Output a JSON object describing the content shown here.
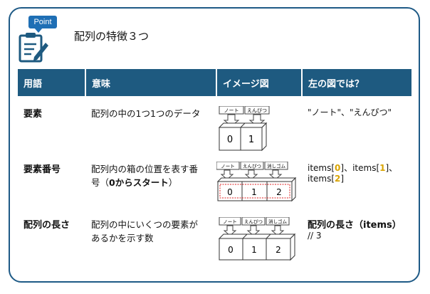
{
  "badge": "Point",
  "heading": "配列の特徴３つ",
  "columns": [
    "用語",
    "意味",
    "イメージ図",
    "左の図では？"
  ],
  "rows": [
    {
      "term": "要素",
      "meaning": "配列の中の1つ1つのデータ",
      "example": "\"ノート\"、\"えんぴつ\"",
      "figure": {
        "labels": [
          "ノート",
          "えんぴつ"
        ],
        "boxes": [
          "0",
          "1"
        ]
      }
    },
    {
      "term": "要素番号",
      "meaning_1": "配列内の箱の位置を表す番",
      "meaning_2": "号（",
      "meaning_bold": "0からスタート",
      "meaning_3": "）",
      "example_items": [
        "items[",
        "0",
        "]、items[",
        "1",
        "]、"
      ],
      "example_line2": [
        "items[",
        "2",
        "]"
      ],
      "figure": {
        "labels": [
          "ノート",
          "えんぴつ",
          "消しゴム"
        ],
        "boxes": [
          "0",
          "1",
          "2"
        ]
      }
    },
    {
      "term": "配列の長さ",
      "meaning_1": "配列の中にいくつの要素が",
      "meaning_2": "あるかを示す数",
      "example_bold": "配列の長さ（items）",
      "example_comment": "// 3",
      "figure": {
        "labels": [
          "ノート",
          "えんぴつ",
          "消しゴム"
        ],
        "boxes": [
          "0",
          "1",
          "2"
        ]
      }
    }
  ]
}
